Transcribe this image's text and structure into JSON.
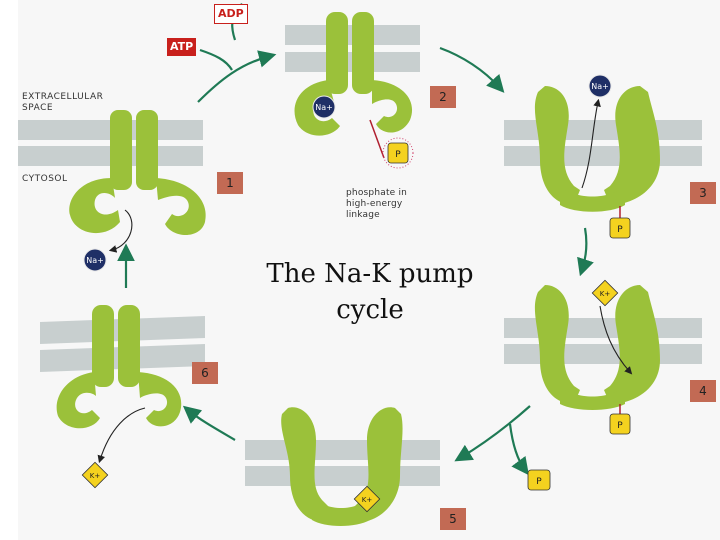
{
  "title": "The Na-K pump cycle",
  "labels": {
    "extracellular": "EXTRACELLULAR\nSPACE",
    "cytosol": "CYTOSOL",
    "phosphate_note": "phosphate in\nhigh-energy\nlinkage"
  },
  "energy": {
    "atp": "ATP",
    "adp": "ADP"
  },
  "steps": [
    "1",
    "2",
    "3",
    "4",
    "5",
    "6"
  ],
  "ions": {
    "na": "Na+",
    "k": "K+",
    "p": "P"
  },
  "colors": {
    "protein": "#9bc13a",
    "membrane": "#c8cfcf",
    "arrow": "#1f7a55",
    "step_box": "#c26a54",
    "atp_fill": "#c8201c",
    "na_fill": "#1f2f66",
    "k_fill": "#f4d21f"
  }
}
